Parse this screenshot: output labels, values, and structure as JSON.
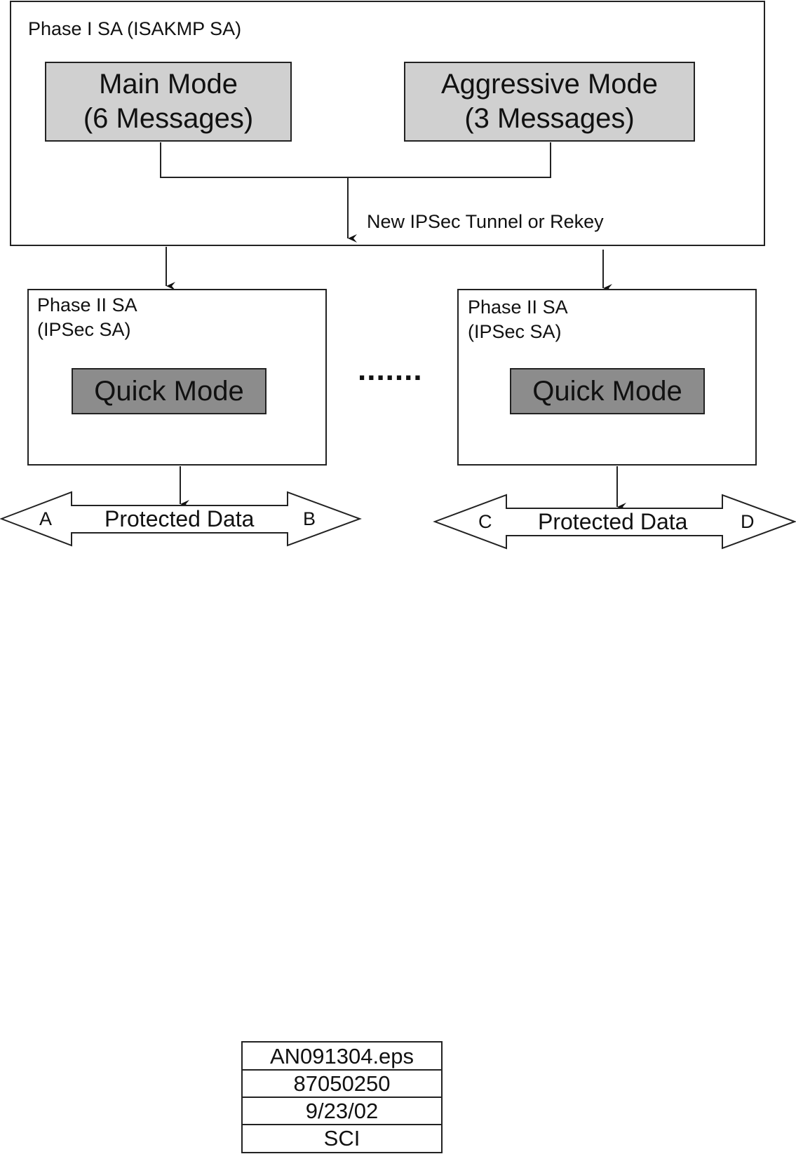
{
  "phase1": {
    "title": "Phase I SA (ISAKMP SA)",
    "main_mode": {
      "line1": "Main Mode",
      "line2": "(6 Messages)"
    },
    "aggressive_mode": {
      "line1": "Aggressive Mode",
      "line2": "(3 Messages)"
    },
    "arrow_label": "New IPSec Tunnel or Rekey"
  },
  "phase2": [
    {
      "line1": "Phase II SA",
      "line2": "(IPSec SA)",
      "mode": "Quick Mode",
      "data": {
        "label": "Protected Data",
        "left": "A",
        "right": "B"
      }
    },
    {
      "line1": "Phase II SA",
      "line2": "(IPSec SA)",
      "mode": "Quick Mode",
      "data": {
        "label": "Protected Data",
        "left": "C",
        "right": "D"
      }
    }
  ],
  "ellipsis": ".......",
  "file_info": [
    "AN091304.eps",
    "87050250",
    "9/23/02",
    "SCI"
  ],
  "colors": {
    "mode_fill": "#d0d0d0",
    "quick_fill": "#8c8c8c",
    "stroke": "#222222"
  }
}
